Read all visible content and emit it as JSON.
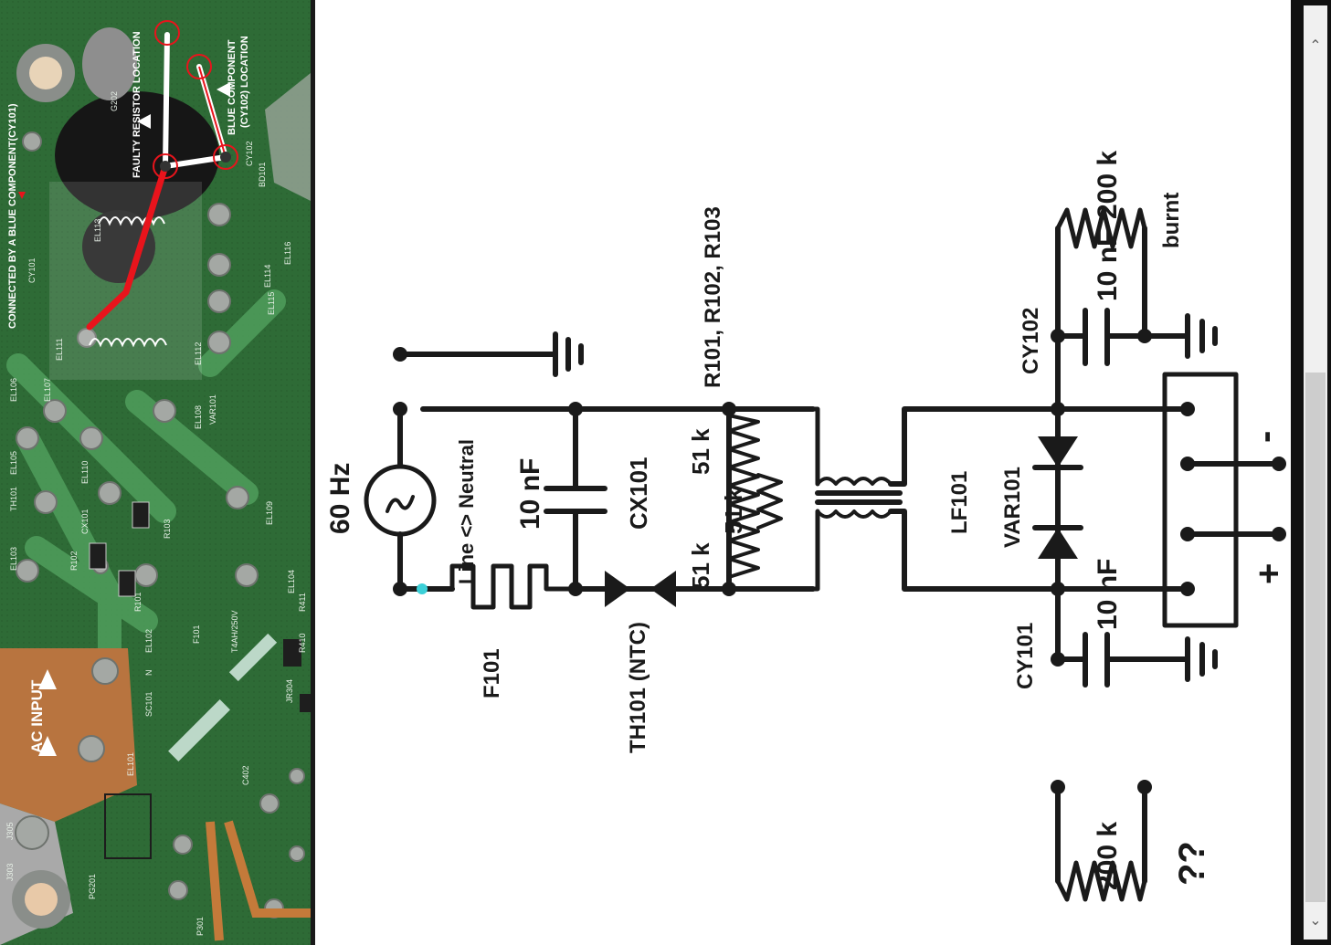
{
  "photo": {
    "note_connected": "CONNECTED BY A BLUE COMPONENT(CY101)",
    "note_faulty": "FAULTY RESISTOR LOCATION",
    "note_blue_line1": "BLUE COMPONENT",
    "note_blue_line2": "(CY102) LOCATION",
    "note_ac": "AC INPUT",
    "silk": [
      "CY101",
      "EL111",
      "EL113",
      "EL106",
      "EL105",
      "TH101",
      "EL103",
      "CX101",
      "EL110",
      "EL107",
      "R102",
      "R103",
      "R101",
      "F101",
      "T4AH/250V",
      "EL102",
      "SC101",
      "EL101",
      "PG201",
      "J303",
      "J305",
      "EL116",
      "EL115",
      "EL114",
      "EL112",
      "BD101",
      "CY102",
      "G202",
      "EL108",
      "VAR101",
      "EL109",
      "EL104",
      "R410",
      "R411",
      "JR304",
      "C402",
      "P301",
      "N"
    ]
  },
  "schematic": {
    "freq": "60 Hz",
    "line_neutral": "Line <> Neutral",
    "fuse": "F101",
    "ntc": "TH101 (NTC)",
    "cap_x": "10 nF",
    "cx": "CX101",
    "resistors": "R101, R102, R103",
    "r_values": [
      "51 k",
      "51 k",
      "51 k"
    ],
    "lf": "LF101",
    "var": "VAR101",
    "cy102": "CY102",
    "cy101": "CY101",
    "cap_y1": "10 nF",
    "cap_y2": "10 nF",
    "r200_top": "200 k",
    "burnt": "burnt",
    "r200_bottom": "200 k",
    "question": "??",
    "minus": "-",
    "plus": "+"
  },
  "colors": {
    "pcb": "#2f6a35",
    "trace": "#4a9b58",
    "wire": "#1a1a1a",
    "red": "#e8141c"
  }
}
